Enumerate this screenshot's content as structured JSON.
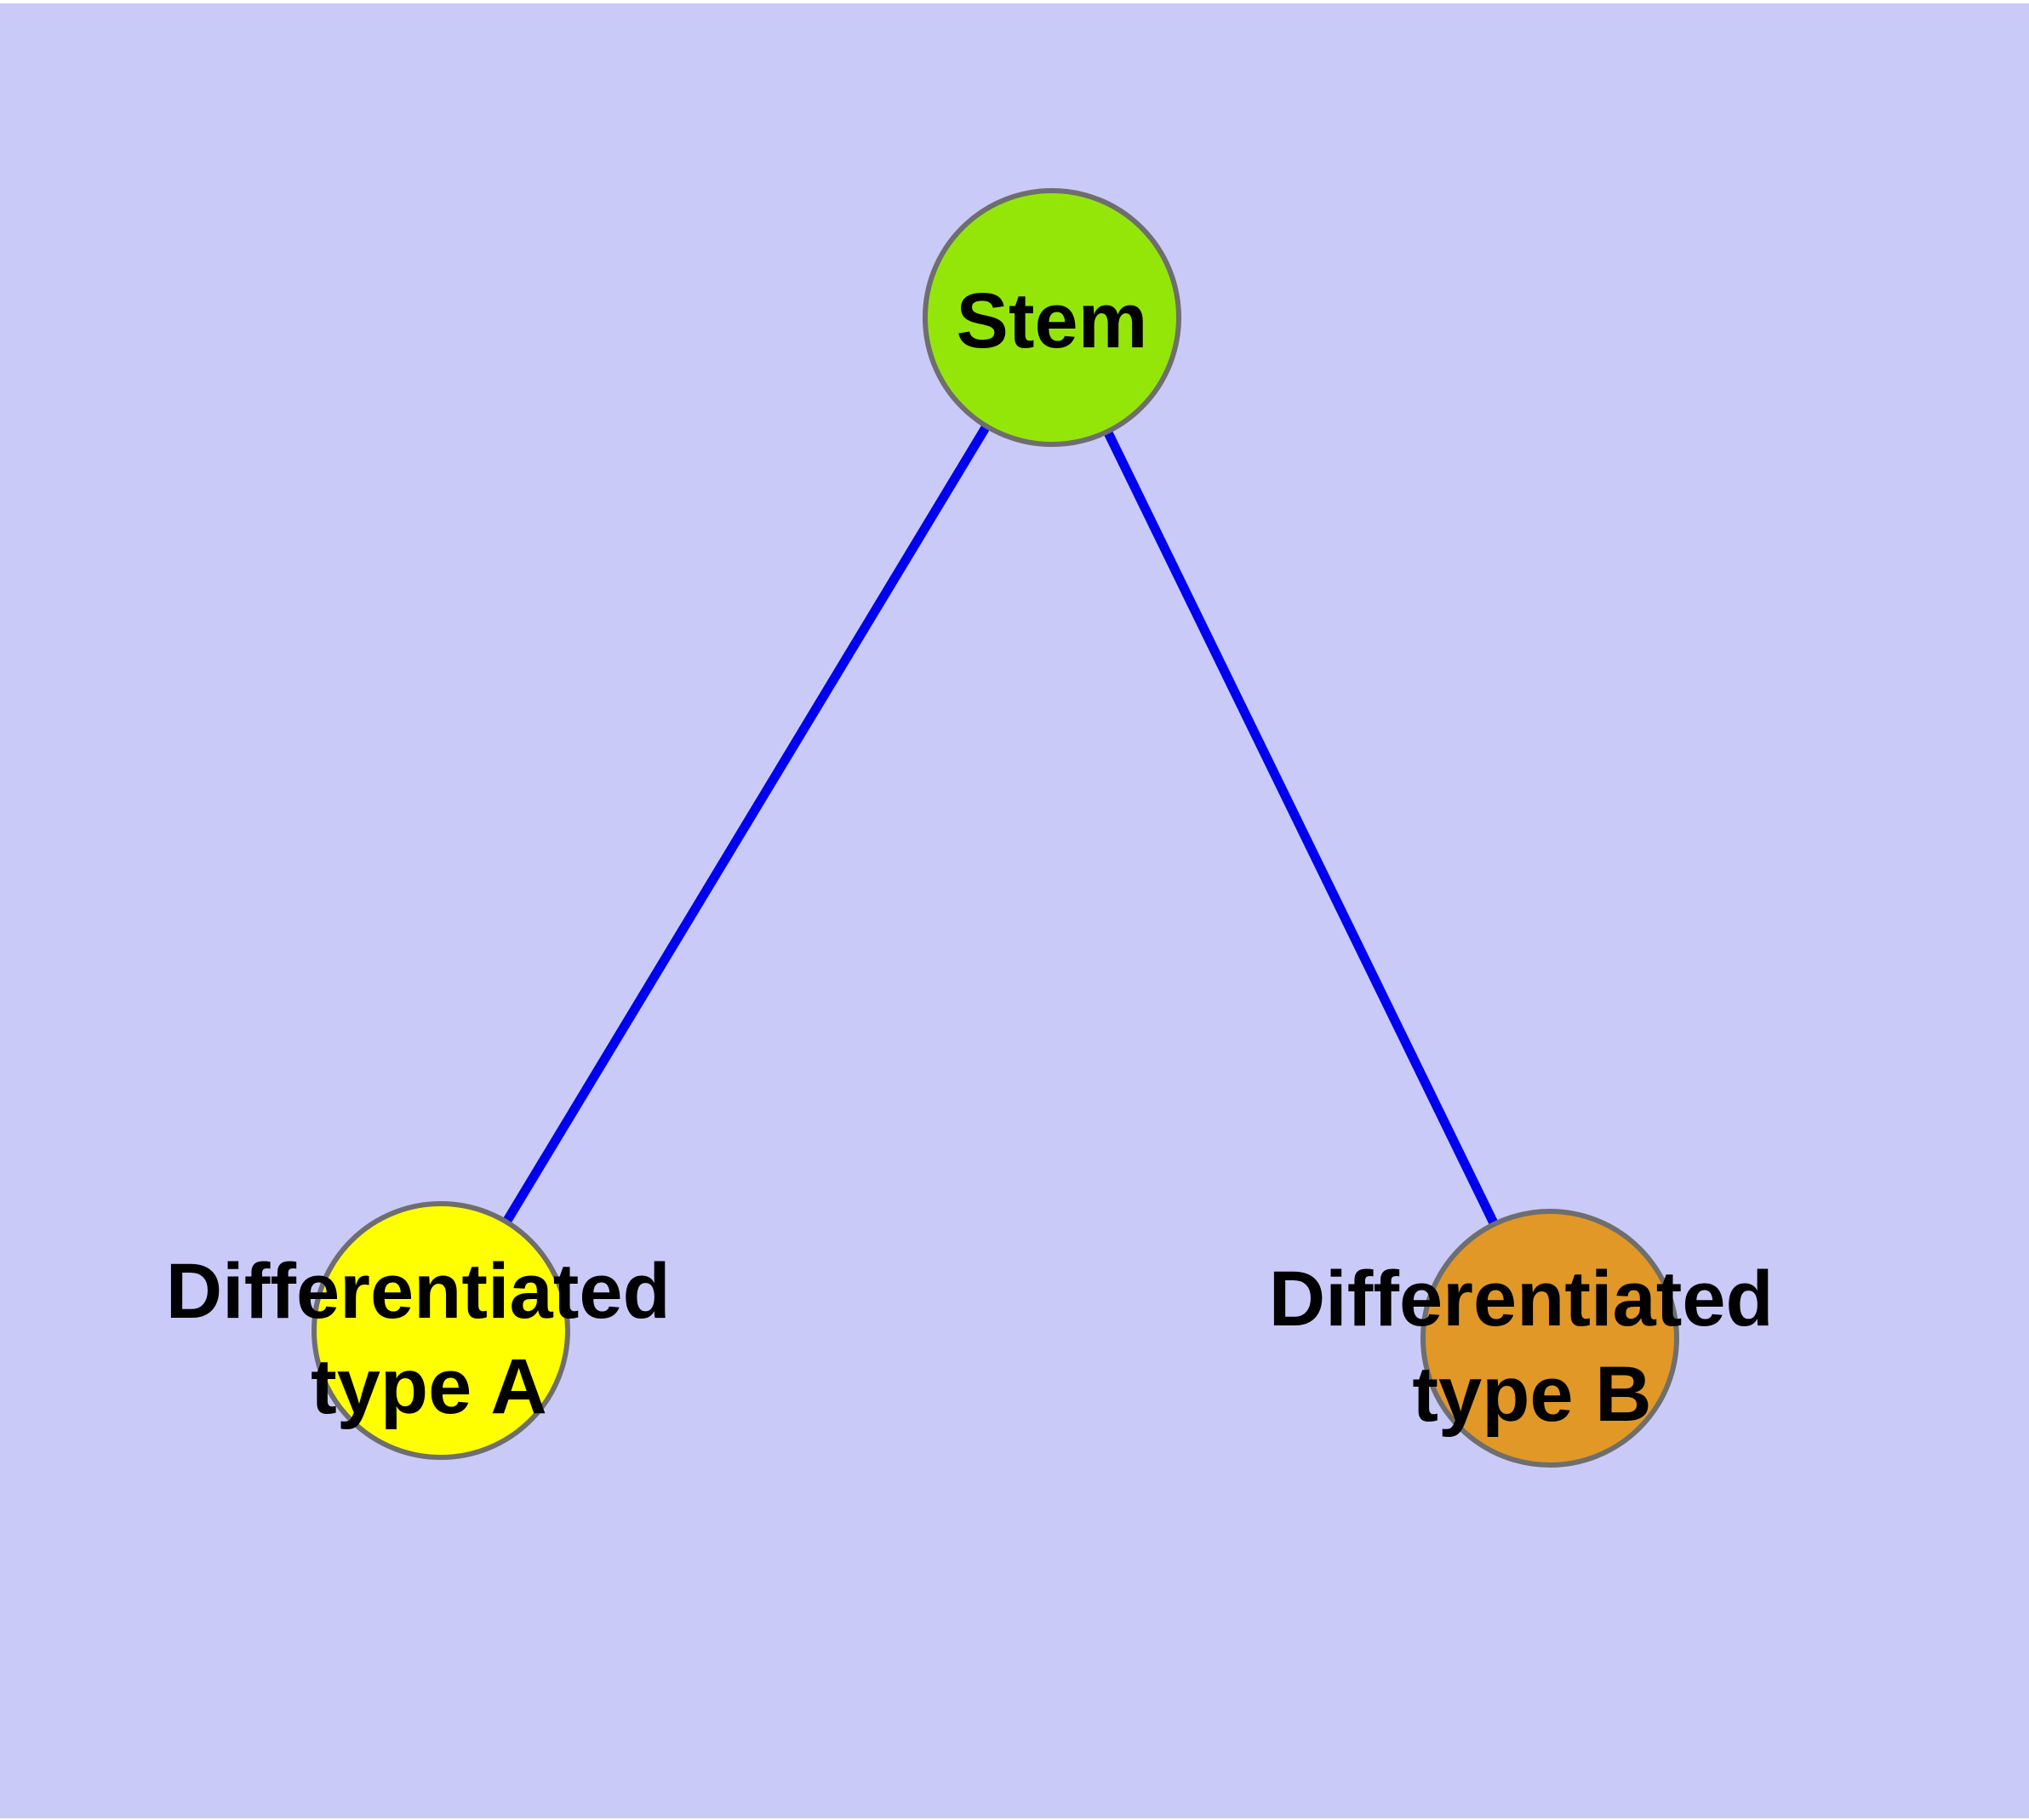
{
  "diagram": {
    "title": "",
    "background_color": "#CACAF9",
    "margin_color": "#FFFFFF",
    "edge_color": "#0000F0",
    "node_border_color": "#6E6E6E",
    "label_color": "#000000",
    "nodes": [
      {
        "id": "stem",
        "label": "Stem",
        "label_line1": "Stem",
        "label_line2": "",
        "fill": "#94E609"
      },
      {
        "id": "type-a",
        "label": "Differentiated type A",
        "label_line1": "Differentiated",
        "label_line2": "type A",
        "fill": "#FFFF00"
      },
      {
        "id": "type-b",
        "label": "Differentiated type B",
        "label_line1": "Differentiated",
        "label_line2": "type B",
        "fill": "#E19827"
      }
    ],
    "edges": [
      {
        "from": "Stem",
        "to": "Differentiated type A"
      },
      {
        "from": "Stem",
        "to": "Differentiated type B"
      }
    ]
  }
}
